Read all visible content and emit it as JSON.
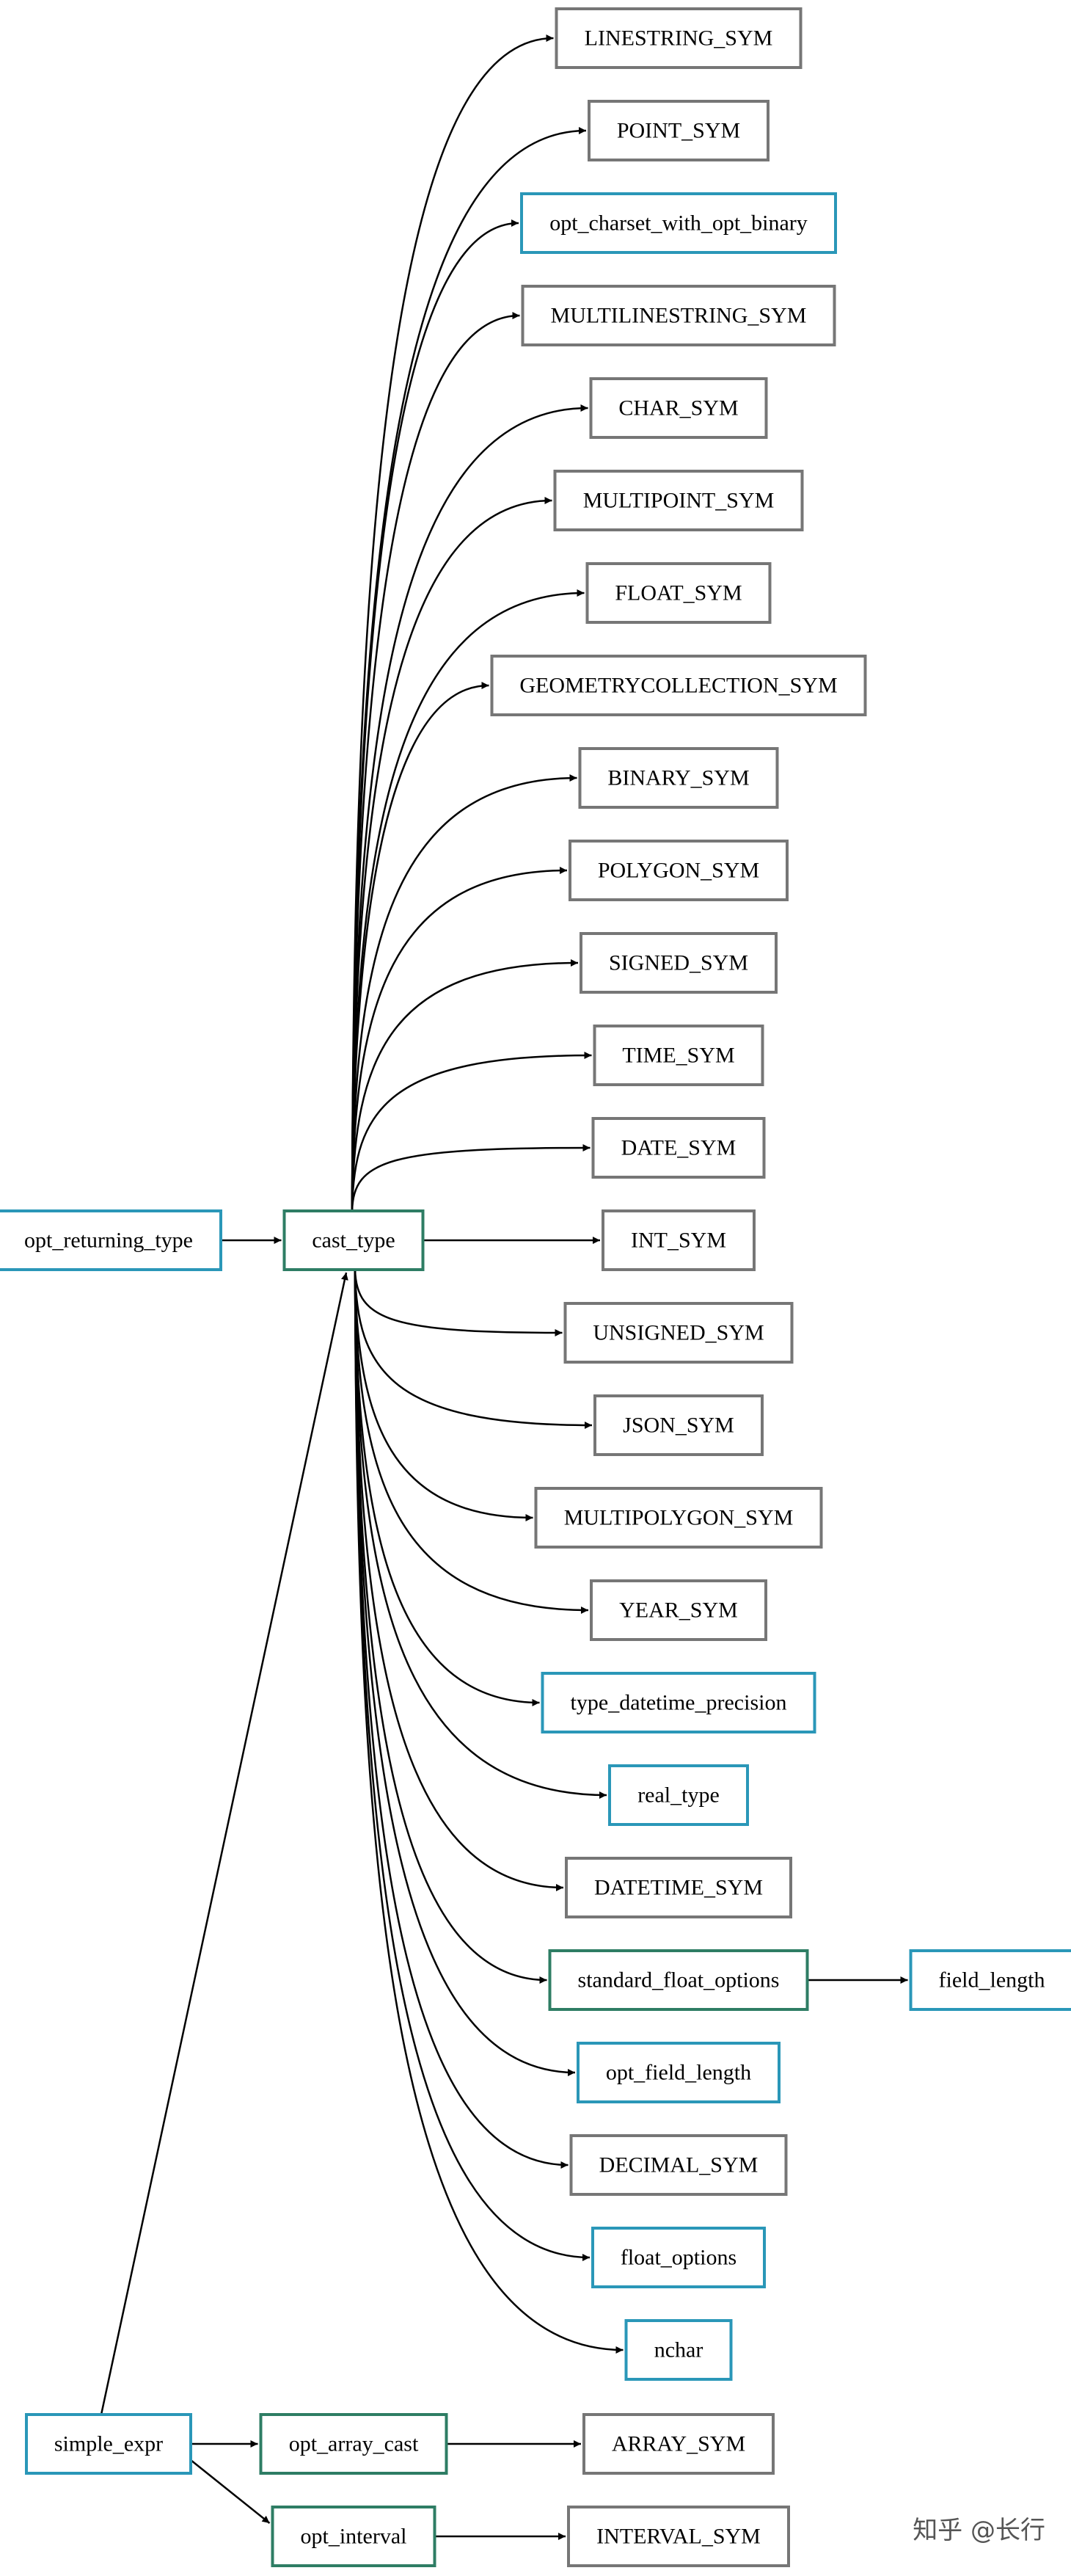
{
  "diagram": {
    "colors": {
      "terminal": "#767676",
      "nonterminal": "#2a97b8",
      "expanded": "#2e7d64",
      "edge": "#000000"
    },
    "nodes": [
      {
        "id": "opt_returning_type",
        "label": "opt_returning_type",
        "kind": "nonterminal"
      },
      {
        "id": "cast_type",
        "label": "cast_type",
        "kind": "expanded"
      },
      {
        "id": "simple_expr",
        "label": "simple_expr",
        "kind": "nonterminal"
      },
      {
        "id": "opt_array_cast",
        "label": "opt_array_cast",
        "kind": "expanded"
      },
      {
        "id": "opt_interval",
        "label": "opt_interval",
        "kind": "expanded"
      },
      {
        "id": "ARRAY_SYM",
        "label": "ARRAY_SYM",
        "kind": "terminal"
      },
      {
        "id": "INTERVAL_SYM",
        "label": "INTERVAL_SYM",
        "kind": "terminal"
      },
      {
        "id": "field_length",
        "label": "field_length",
        "kind": "nonterminal"
      },
      {
        "id": "LINESTRING_SYM",
        "label": "LINESTRING_SYM",
        "kind": "terminal"
      },
      {
        "id": "POINT_SYM",
        "label": "POINT_SYM",
        "kind": "terminal"
      },
      {
        "id": "opt_charset_with_opt_binary",
        "label": "opt_charset_with_opt_binary",
        "kind": "nonterminal"
      },
      {
        "id": "MULTILINESTRING_SYM",
        "label": "MULTILINESTRING_SYM",
        "kind": "terminal"
      },
      {
        "id": "CHAR_SYM",
        "label": "CHAR_SYM",
        "kind": "terminal"
      },
      {
        "id": "MULTIPOINT_SYM",
        "label": "MULTIPOINT_SYM",
        "kind": "terminal"
      },
      {
        "id": "FLOAT_SYM",
        "label": "FLOAT_SYM",
        "kind": "terminal"
      },
      {
        "id": "GEOMETRYCOLLECTION_SYM",
        "label": "GEOMETRYCOLLECTION_SYM",
        "kind": "terminal"
      },
      {
        "id": "BINARY_SYM",
        "label": "BINARY_SYM",
        "kind": "terminal"
      },
      {
        "id": "POLYGON_SYM",
        "label": "POLYGON_SYM",
        "kind": "terminal"
      },
      {
        "id": "SIGNED_SYM",
        "label": "SIGNED_SYM",
        "kind": "terminal"
      },
      {
        "id": "TIME_SYM",
        "label": "TIME_SYM",
        "kind": "terminal"
      },
      {
        "id": "DATE_SYM",
        "label": "DATE_SYM",
        "kind": "terminal"
      },
      {
        "id": "INT_SYM",
        "label": "INT_SYM",
        "kind": "terminal"
      },
      {
        "id": "UNSIGNED_SYM",
        "label": "UNSIGNED_SYM",
        "kind": "terminal"
      },
      {
        "id": "JSON_SYM",
        "label": "JSON_SYM",
        "kind": "terminal"
      },
      {
        "id": "MULTIPOLYGON_SYM",
        "label": "MULTIPOLYGON_SYM",
        "kind": "terminal"
      },
      {
        "id": "YEAR_SYM",
        "label": "YEAR_SYM",
        "kind": "terminal"
      },
      {
        "id": "type_datetime_precision",
        "label": "type_datetime_precision",
        "kind": "nonterminal"
      },
      {
        "id": "real_type",
        "label": "real_type",
        "kind": "nonterminal"
      },
      {
        "id": "DATETIME_SYM",
        "label": "DATETIME_SYM",
        "kind": "terminal"
      },
      {
        "id": "standard_float_options",
        "label": "standard_float_options",
        "kind": "expanded"
      },
      {
        "id": "opt_field_length",
        "label": "opt_field_length",
        "kind": "nonterminal"
      },
      {
        "id": "DECIMAL_SYM",
        "label": "DECIMAL_SYM",
        "kind": "terminal"
      },
      {
        "id": "float_options",
        "label": "float_options",
        "kind": "nonterminal"
      },
      {
        "id": "nchar",
        "label": "nchar",
        "kind": "nonterminal"
      }
    ],
    "edges": [
      {
        "from": "opt_returning_type",
        "to": "cast_type"
      },
      {
        "from": "simple_expr",
        "to": "cast_type"
      },
      {
        "from": "simple_expr",
        "to": "opt_array_cast"
      },
      {
        "from": "simple_expr",
        "to": "opt_interval"
      },
      {
        "from": "opt_array_cast",
        "to": "ARRAY_SYM"
      },
      {
        "from": "opt_interval",
        "to": "INTERVAL_SYM"
      },
      {
        "from": "standard_float_options",
        "to": "field_length"
      },
      {
        "from": "cast_type",
        "to": "LINESTRING_SYM"
      },
      {
        "from": "cast_type",
        "to": "POINT_SYM"
      },
      {
        "from": "cast_type",
        "to": "opt_charset_with_opt_binary"
      },
      {
        "from": "cast_type",
        "to": "MULTILINESTRING_SYM"
      },
      {
        "from": "cast_type",
        "to": "CHAR_SYM"
      },
      {
        "from": "cast_type",
        "to": "MULTIPOINT_SYM"
      },
      {
        "from": "cast_type",
        "to": "FLOAT_SYM"
      },
      {
        "from": "cast_type",
        "to": "GEOMETRYCOLLECTION_SYM"
      },
      {
        "from": "cast_type",
        "to": "BINARY_SYM"
      },
      {
        "from": "cast_type",
        "to": "POLYGON_SYM"
      },
      {
        "from": "cast_type",
        "to": "SIGNED_SYM"
      },
      {
        "from": "cast_type",
        "to": "TIME_SYM"
      },
      {
        "from": "cast_type",
        "to": "DATE_SYM"
      },
      {
        "from": "cast_type",
        "to": "INT_SYM"
      },
      {
        "from": "cast_type",
        "to": "UNSIGNED_SYM"
      },
      {
        "from": "cast_type",
        "to": "JSON_SYM"
      },
      {
        "from": "cast_type",
        "to": "MULTIPOLYGON_SYM"
      },
      {
        "from": "cast_type",
        "to": "YEAR_SYM"
      },
      {
        "from": "cast_type",
        "to": "type_datetime_precision"
      },
      {
        "from": "cast_type",
        "to": "real_type"
      },
      {
        "from": "cast_type",
        "to": "DATETIME_SYM"
      },
      {
        "from": "cast_type",
        "to": "standard_float_options"
      },
      {
        "from": "cast_type",
        "to": "opt_field_length"
      },
      {
        "from": "cast_type",
        "to": "DECIMAL_SYM"
      },
      {
        "from": "cast_type",
        "to": "float_options"
      },
      {
        "from": "cast_type",
        "to": "nchar"
      }
    ]
  },
  "watermark": "知乎 @长行"
}
